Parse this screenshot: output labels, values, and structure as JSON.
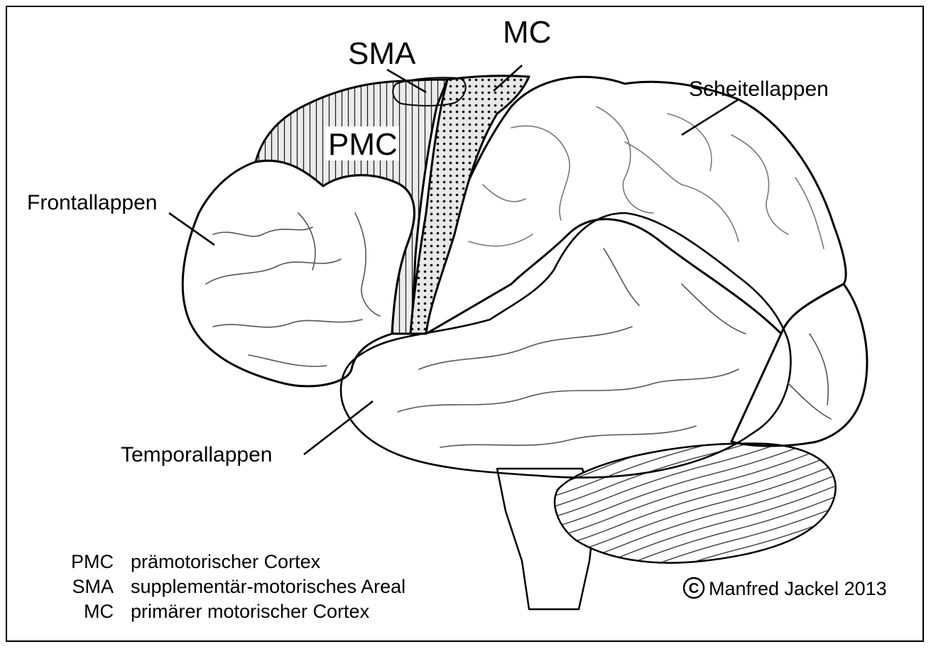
{
  "labels": {
    "sma": "SMA",
    "mc": "MC",
    "pmc": "PMC",
    "scheitellappen": "Scheitellappen",
    "frontallappen": "Frontallappen",
    "temporallappen": "Temporallappen"
  },
  "legend": [
    {
      "abbr": "PMC",
      "text": "prämotorischer Cortex"
    },
    {
      "abbr": "SMA",
      "text": "supplementär-motorisches Areal"
    },
    {
      "abbr": "MC",
      "text": "primärer motorischer Cortex"
    }
  ],
  "copyright": {
    "symbol": "C",
    "text": "Manfred Jackel 2013"
  },
  "colors": {
    "frontal": "#bdbdbd",
    "parietal": "#e3e3e3",
    "temporal": "#9c9c9c",
    "occipital": "#a3a3a3",
    "brainstem": "#a9a9a9",
    "cerebellum": "#ffffff",
    "motor_area": "#e8e8e8"
  }
}
